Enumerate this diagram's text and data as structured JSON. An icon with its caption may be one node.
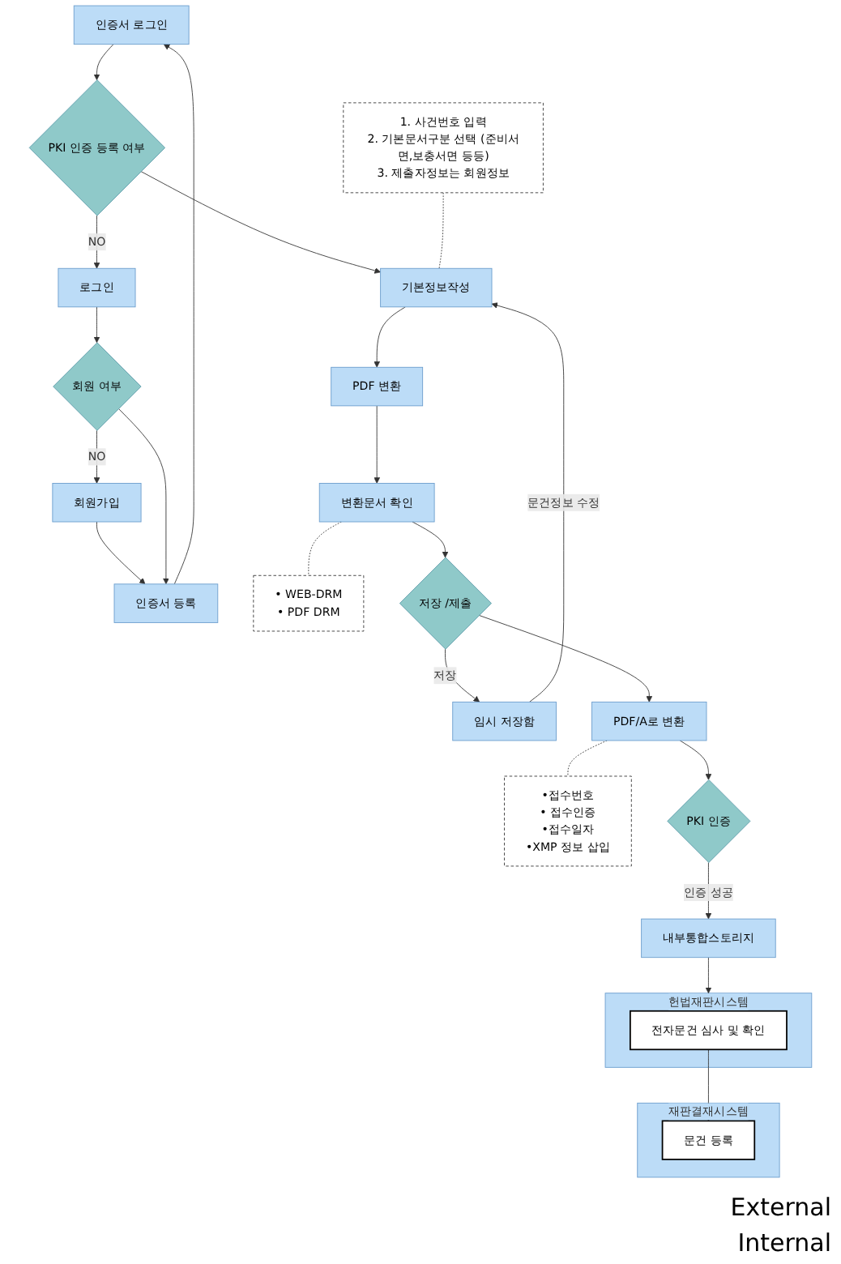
{
  "diagram": {
    "nodes": [
      {
        "text": [
          "인증서 로그인"
        ]
      },
      {
        "text": [
          "인증서 등록"
        ]
      },
      {
        "text": [
          "회원가입"
        ]
      },
      {
        "text": [
          "PKI 인증 등록 여부"
        ]
      },
      {
        "text": [
          "로그인"
        ]
      },
      {
        "text": [
          "회원 여부"
        ]
      },
      {
        "text": [
          "기본정보작성"
        ]
      },
      {
        "text": [
          "1. 사건번호 입력",
          "2. 기본문서구분 선택 (준비서면,보충서면 등등)",
          "3. 제출자정보는 회원정보"
        ]
      },
      {
        "text": [
          "PDF 변환"
        ]
      },
      {
        "text": [
          "변환문서 확인"
        ]
      },
      {
        "text": [
          "• WEB-DRM",
          "• PDF DRM"
        ]
      },
      {
        "text": [
          "저장 /제출"
        ]
      },
      {
        "text": [
          "임시 저장함"
        ]
      },
      {
        "text": [
          "PDF/A로 변환"
        ]
      },
      {
        "text": [
          "•접수번호",
          "• 접수인증",
          "•접수일자",
          "•XMP 정보 삽입"
        ]
      },
      {
        "text": [
          "PKI 인증"
        ]
      },
      {
        "text": [
          "내부통합스토리지"
        ]
      },
      {
        "text": [
          "헌법재판시스템"
        ]
      },
      {
        "text": [
          "전자문건 심사 및 확인"
        ],
        "in": 17
      },
      {
        "text": [
          "재판결재시스템"
        ]
      },
      {
        "text": [
          "문건 등록"
        ],
        "in": 19
      }
    ],
    "edges": [
      {
        "from": 2,
        "to": 1,
        "arrow": "to"
      },
      {
        "from": 1,
        "to": 0,
        "arrow": "to"
      },
      {
        "from": 0,
        "to": 3,
        "arrow": "to"
      },
      {
        "from": 3,
        "to": 4,
        "arrow": "to",
        "label": "NO"
      },
      {
        "from": 4,
        "to": 5,
        "arrow": "to"
      },
      {
        "from": 5,
        "to": 1,
        "arrow": "to"
      },
      {
        "from": 5,
        "to": 2,
        "arrow": "to",
        "label": "NO"
      },
      {
        "from": 3,
        "to": 6,
        "arrow": "to"
      },
      {
        "from": 7,
        "to": 6,
        "arrow": "none",
        "style": "dashed"
      },
      {
        "from": 12,
        "to": 6,
        "arrow": "to",
        "label": "문건정보 수정"
      },
      {
        "from": 6,
        "to": 8,
        "arrow": "to"
      },
      {
        "from": 8,
        "to": 9,
        "arrow": "to"
      },
      {
        "from": 9,
        "to": 10,
        "arrow": "none",
        "style": "dashed"
      },
      {
        "from": 9,
        "to": 11,
        "arrow": "to"
      },
      {
        "from": 11,
        "to": 12,
        "arrow": "to",
        "label": "저장"
      },
      {
        "from": 11,
        "to": 13,
        "arrow": "to"
      },
      {
        "from": 13,
        "to": 14,
        "arrow": "none",
        "style": "dashed"
      },
      {
        "from": 13,
        "to": 15,
        "arrow": "to"
      },
      {
        "from": 15,
        "to": 16,
        "arrow": "to",
        "label": "인증 성공"
      },
      {
        "from": 16,
        "to": 17,
        "arrow": "to"
      },
      {
        "from": 18,
        "to": 20,
        "arrow": "to"
      }
    ],
    "labels": [
      "External",
      "Internal"
    ]
  }
}
